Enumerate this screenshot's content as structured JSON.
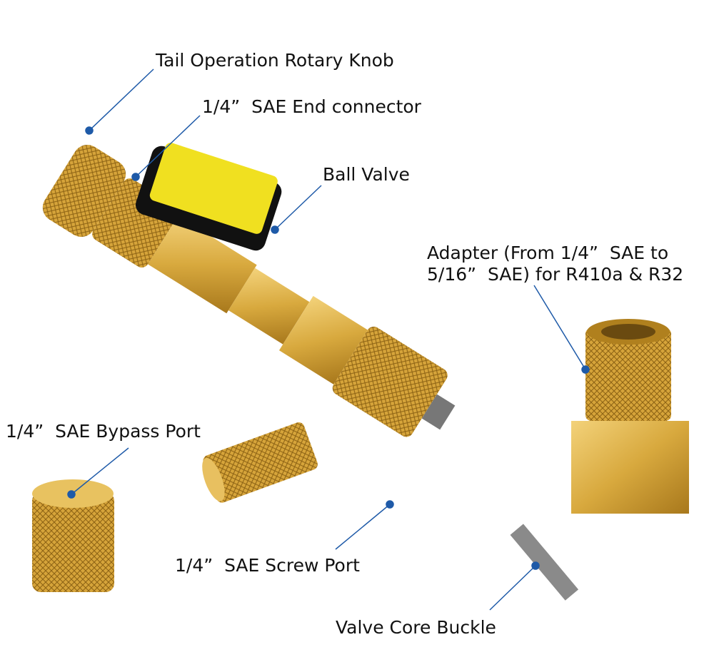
{
  "labels": {
    "knob": "Tail Operation Rotary Knob",
    "end_connector": "1/4”  SAE End connector",
    "ball_valve": "Ball Valve",
    "adapter_line1": "Adapter (From 1/4”  SAE to",
    "adapter_line2": "5/16”  SAE) for R410a & R32",
    "bypass_port": "1/4”  SAE Bypass Port",
    "screw_port": "1/4”  SAE Screw Port",
    "core_buckle": "Valve Core Buckle"
  },
  "colors": {
    "leader": "#1e5aa8",
    "brass": "#d9ad45",
    "handle": "#f0e020"
  }
}
